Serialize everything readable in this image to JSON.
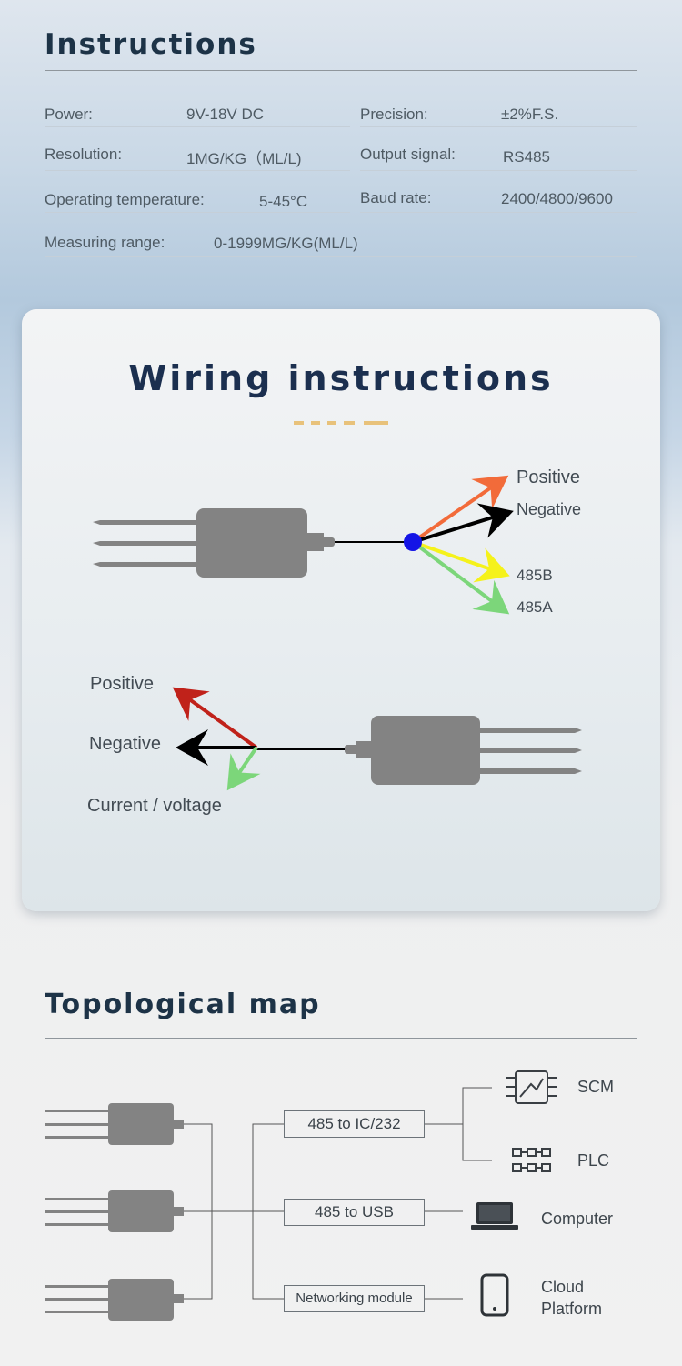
{
  "instructions": {
    "title": "Instructions",
    "power_label": "Power:",
    "power_value": "9V-18V DC",
    "precision_label": "Precision:",
    "precision_value": "±2%F.S.",
    "resolution_label": "Resolution:",
    "resolution_value": "1MG/KG（ML/L)",
    "output_label": "Output signal:",
    "output_value": "RS485",
    "optemp_label": "Operating temperature:",
    "optemp_value": "5-45°C",
    "baud_label": "Baud rate:",
    "baud_value": "2400/4800/9600",
    "range_label": "Measuring range:",
    "range_value": "0-1999MG/KG(ML/L)"
  },
  "wiring": {
    "title": "Wiring instructions",
    "rs485": {
      "wires": [
        {
          "label": "Positive",
          "color": "#f26b3a"
        },
        {
          "label": "Negative",
          "color": "#000000"
        },
        {
          "label": "485B",
          "color": "#f5f21b"
        },
        {
          "label": "485A",
          "color": "#7cd67a"
        }
      ],
      "junction_color": "#1414e6"
    },
    "analog": {
      "wires": [
        {
          "label": "Positive",
          "color": "#c0221a"
        },
        {
          "label": "Negative",
          "color": "#000000"
        },
        {
          "label": "Current / voltage",
          "color": "#7cd67a"
        }
      ]
    }
  },
  "topology": {
    "title": "Topological map",
    "converters": [
      "485 to IC/232",
      "485 to USB",
      "Networking module"
    ],
    "endpoints": {
      "scm": "SCM",
      "plc": "PLC",
      "computer": "Computer",
      "cloud_line1": "Cloud",
      "cloud_line2": "Platform"
    }
  },
  "colors": {
    "heading": "#1d3347",
    "sensor_gray": "#838383",
    "accent_dash": "#e8c27a"
  }
}
